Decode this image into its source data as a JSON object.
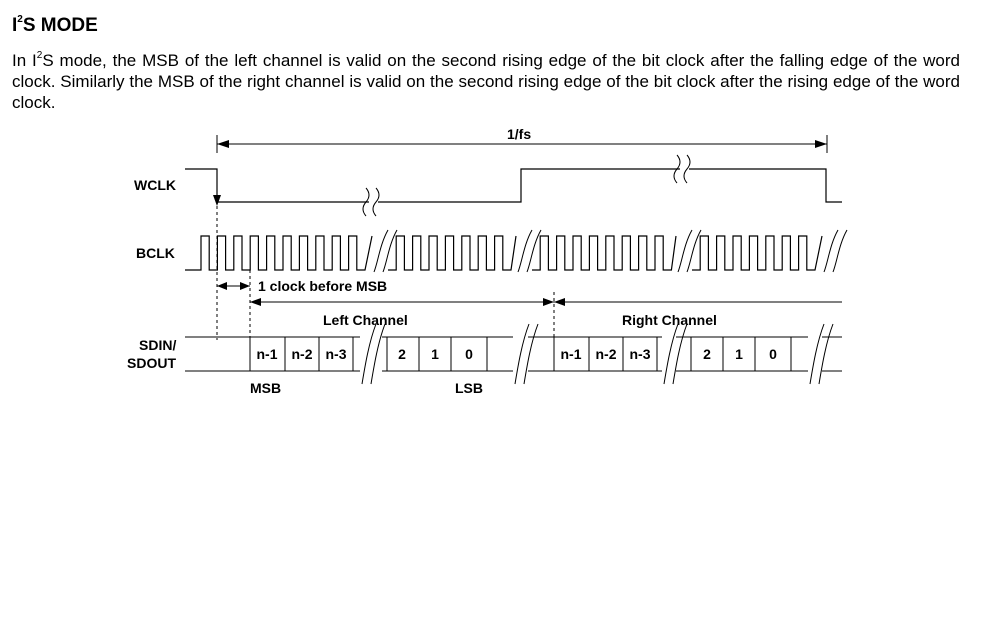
{
  "section": {
    "heading_prefix": "I",
    "heading_sup": "2",
    "heading_suffix": "S MODE"
  },
  "description": {
    "part1": "In I",
    "sup": "2",
    "part2": "S mode, the MSB of the left channel is valid on the second rising edge of the bit clock after the falling edge of the word clock. Similarly the MSB of the right channel is valid on the second rising edge of the bit clock after the rising edge of the word clock."
  },
  "diagram": {
    "period_label": "1/fs",
    "signals": {
      "wclk": "WCLK",
      "bclk": "BCLK",
      "sdin_line1": "SDIN/",
      "sdin_line2": "SDOUT"
    },
    "delay_label": "1 clock before MSB",
    "left_channel_label": "Left Channel",
    "right_channel_label": "Right Channel",
    "left_bits_msb_group": [
      "n-1",
      "n-2",
      "n-3"
    ],
    "left_bits_lsb_group": [
      "2",
      "1",
      "0"
    ],
    "right_bits_msb_group": [
      "n-1",
      "n-2",
      "n-3"
    ],
    "right_bits_lsb_group": [
      "2",
      "1",
      "0"
    ],
    "msb_label": "MSB",
    "lsb_label": "LSB"
  }
}
